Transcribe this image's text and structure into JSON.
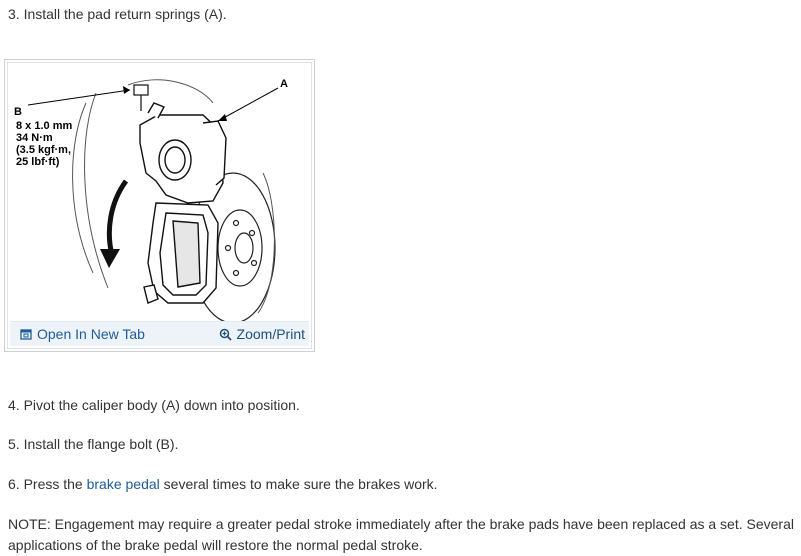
{
  "steps": {
    "step3": "3. Install the pad return springs (A).",
    "step4": "4. Pivot the caliper body (A) down into position.",
    "step5": "5. Install the flange bolt (B).",
    "step6_before": "6. Press the ",
    "step6_link": "brake pedal",
    "step6_after": " several times to make sure the brakes work."
  },
  "figure": {
    "label_a": "A",
    "label_b": "B",
    "spec_lines": [
      "8 x 1.0 mm",
      "34 N·m",
      "(3.5 kgf·m,",
      "25 lbf·ft)"
    ],
    "open_tab_label": "Open In New Tab",
    "zoom_label": "Zoom/Print",
    "icons": {
      "open_tab": "open-new-tab-icon",
      "zoom": "magnifier-zoom-icon"
    }
  },
  "note": "NOTE: Engagement may require a greater pedal stroke immediately after the brake pads have been replaced as a set. Several applications of the brake pedal will restore the normal pedal stroke.",
  "colors": {
    "link": "#1f5c99",
    "toolbar_bg": "#edf3f8",
    "text": "#333333"
  }
}
